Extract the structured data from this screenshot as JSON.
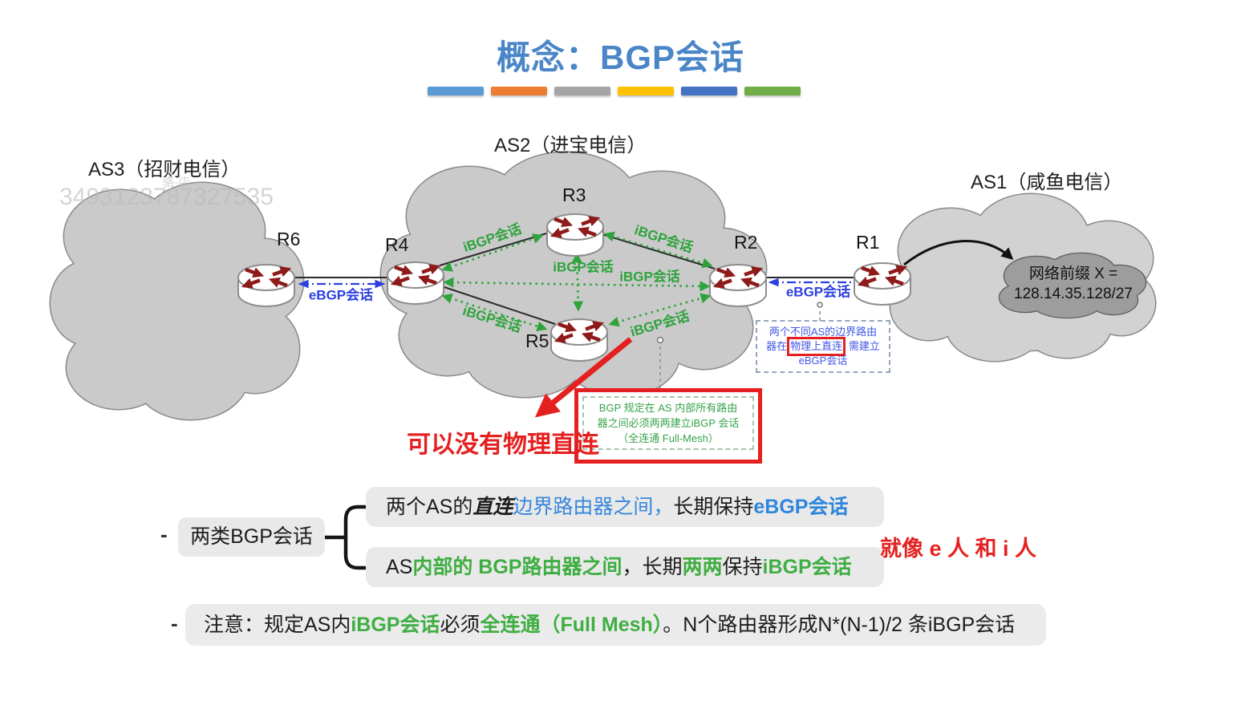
{
  "title": "概念：BGP会话",
  "accent_bars": [
    "#5b9bd5",
    "#ed7d31",
    "#a5a5a5",
    "#ffc000",
    "#4472c4",
    "#70ad47"
  ],
  "watermark": {
    "digits": "3493123787327535",
    "name": "骆-柒"
  },
  "clouds": {
    "as3_label": "AS3（招财电信）",
    "as2_label": "AS2（进宝电信）",
    "as1_label": "AS1（咸鱼电信）",
    "prefix_line1": "网络前缀 X =",
    "prefix_line2": "128.14.35.128/27"
  },
  "routers": {
    "r1": "R1",
    "r2": "R2",
    "r3": "R3",
    "r4": "R4",
    "r5": "R5",
    "r6": "R6"
  },
  "session_labels": {
    "ebgp": "eBGP会话",
    "ibgp": "iBGP会话"
  },
  "ebgp_note": {
    "line1": "两个不同AS的边界路由",
    "line2_pre": "器在",
    "line2_highlight": "物理上直连",
    "line2_post": "需建立",
    "line3": "eBGP会话"
  },
  "ibgp_note": {
    "line1": "BGP 规定在 AS 内部所有路由",
    "line2": "器之间必须两两建立iBGP 会话",
    "line3": "（全连通 Full-Mesh）"
  },
  "red_annotation": "可以没有物理直连",
  "mindmap": {
    "root_dash": "-",
    "root": "两类BGP会话",
    "branch1": {
      "s1": "两个AS的",
      "s2": "直连",
      "s3": "边界路由器之间，",
      "s4": "长期保持",
      "s5": "eBGP会话"
    },
    "branch2": {
      "s1": "AS",
      "s2": "内部的 BGP路由器之间",
      "s3": "，长期",
      "s4": "两两",
      "s5": "保持",
      "s6": "iBGP会话"
    },
    "side_note": "就像 e 人 和 i 人",
    "note_dash": "-",
    "note": {
      "s1": "注意：规定AS内",
      "s2": "iBGP会话",
      "s3": "必须",
      "s4": "全连通（Full Mesh）",
      "s5": "。N个路由器形成N*(N-1)/2 条iBGP会话"
    }
  },
  "colors": {
    "title_blue": "#4a86c7",
    "ebgp_blue": "#2b3fe0",
    "ibgp_green": "#2ea33c",
    "annotation_red": "#e52020",
    "branch_blue": "#3787dd",
    "branch_green": "#3fae42",
    "cloud_gray": "#cacaca",
    "prefix_cloud_gray": "#9d9d9d"
  }
}
